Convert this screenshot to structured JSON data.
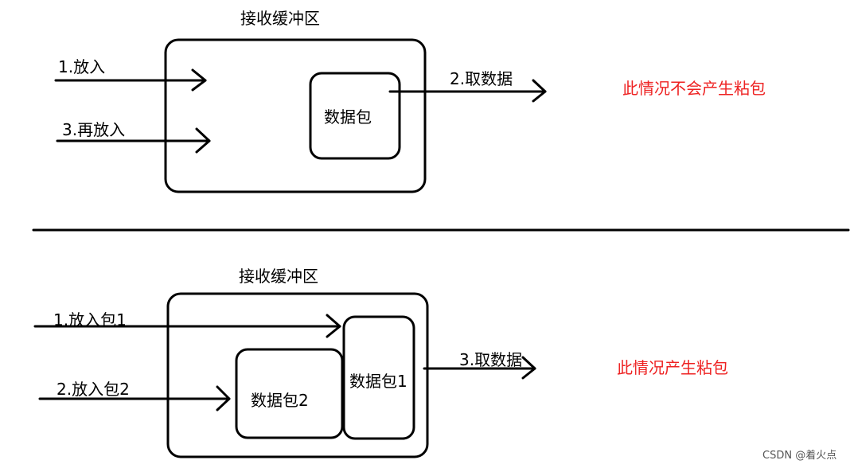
{
  "top": {
    "buffer_label": "接收缓冲区",
    "put_1": "1.放入",
    "put_again": "3.再放入",
    "packet": "数据包",
    "take": "2.取数据",
    "note": "此情况不会产生粘包"
  },
  "bottom": {
    "buffer_label": "接收缓冲区",
    "put_packet_1": "1.放入包1",
    "put_packet_2": "2.放入包2",
    "packet_2": "数据包2",
    "packet_1": "数据包1",
    "take": "3.取数据",
    "note": "此情况产生粘包"
  },
  "watermark": "CSDN @着火点",
  "colors": {
    "line": "#000000",
    "note": "#ee2222"
  }
}
